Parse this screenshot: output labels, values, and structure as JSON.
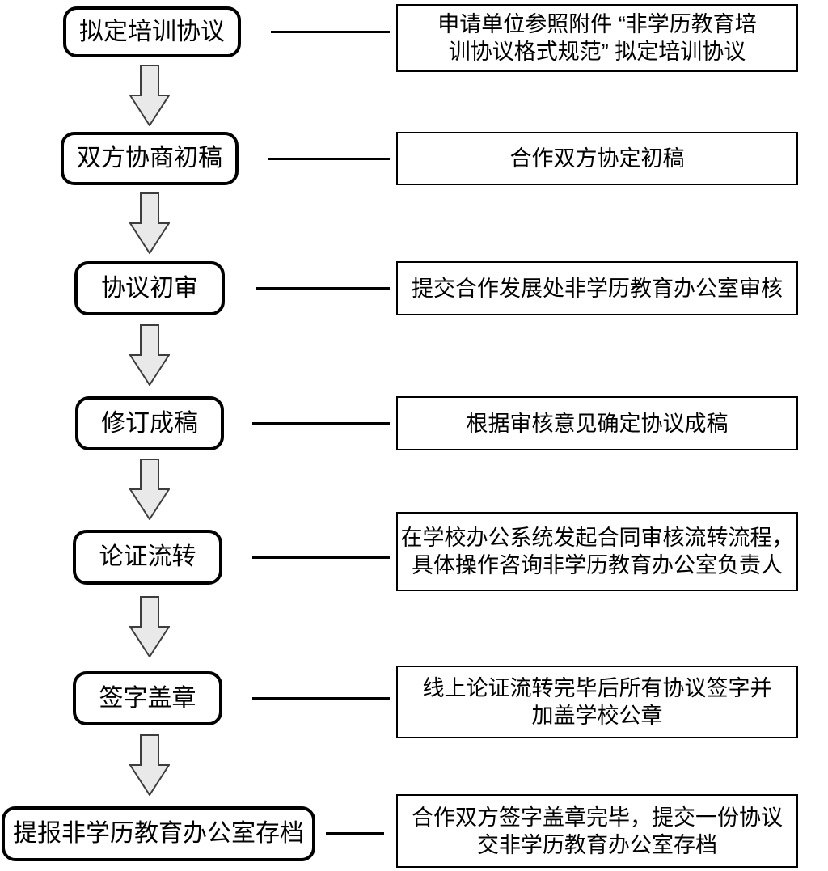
{
  "diagram": {
    "type": "flowchart",
    "direction": "top-to-bottom",
    "colors": {
      "box_border": "#000000",
      "text": "#000000",
      "arrow_fill": "#e9e9e9",
      "arrow_outline": "#3d3d3d",
      "background": "#ffffff"
    },
    "steps": [
      {
        "label": "拟定培训协议",
        "description": "申请单位参照附件 “非学历教育培\n训协议格式规范” 拟定培训协议"
      },
      {
        "label": "双方协商初稿",
        "description": "合作双方协定初稿"
      },
      {
        "label": "协议初审",
        "description": "提交合作发展处非学历教育办公室审核"
      },
      {
        "label": "修订成稿",
        "description": "根据审核意见确定协议成稿"
      },
      {
        "label": "论证流转",
        "description": "在学校办公系统发起合同审核流转流程，\n具体操作咨询非学历教育办公室负责人"
      },
      {
        "label": "签字盖章",
        "description": "线上论证流转完毕后所有协议签字并\n加盖学校公章"
      },
      {
        "label": "提报非学历教育办公室存档",
        "description": "合作双方签字盖章完毕，提交一份协议\n交非学历教育办公室存档"
      }
    ]
  }
}
